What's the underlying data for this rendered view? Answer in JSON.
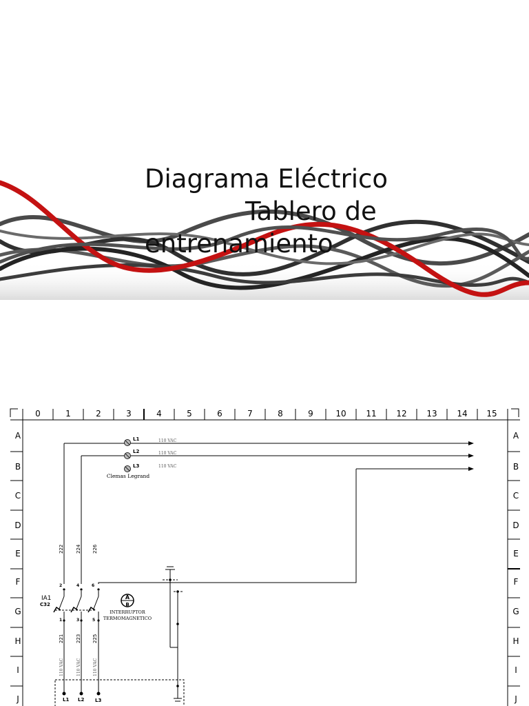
{
  "title": {
    "line1": "Diagrama Eléctrico",
    "line2": "Tablero de",
    "line3": "entrenamiento"
  },
  "schematic": {
    "column_labels": [
      "0",
      "1",
      "2",
      "3",
      "4",
      "5",
      "6",
      "7",
      "8",
      "9",
      "10",
      "11",
      "12",
      "13",
      "14",
      "15"
    ],
    "row_labels": [
      "A",
      "B",
      "C",
      "D",
      "E",
      "F",
      "G",
      "H",
      "I",
      "J"
    ],
    "terminals": [
      {
        "label": "L1",
        "voltage": "110 VAC"
      },
      {
        "label": "L2",
        "voltage": "110 VAC"
      },
      {
        "label": "L3",
        "voltage": "110 VAC"
      }
    ],
    "terminal_caption": "Clemas Legrand",
    "wire_numbers_top": [
      "222",
      "224",
      "226"
    ],
    "wire_numbers_bottom": [
      "221",
      "223",
      "225"
    ],
    "breaker": {
      "tag": "IA1",
      "rating": "C32",
      "top_contacts": [
        "2",
        "4",
        "6"
      ],
      "bottom_contacts": [
        "1",
        "3",
        "5"
      ],
      "symbol_top": "A",
      "symbol_bottom": "B",
      "caption_line1": "INTERRUPTOR",
      "caption_line2": "TERMOMAGNETICO"
    },
    "supply_voltages": [
      "110 VAC",
      "110 VAC",
      "110 VAC"
    ],
    "bottom_terminals": [
      "L1",
      "L2",
      "L3"
    ]
  }
}
